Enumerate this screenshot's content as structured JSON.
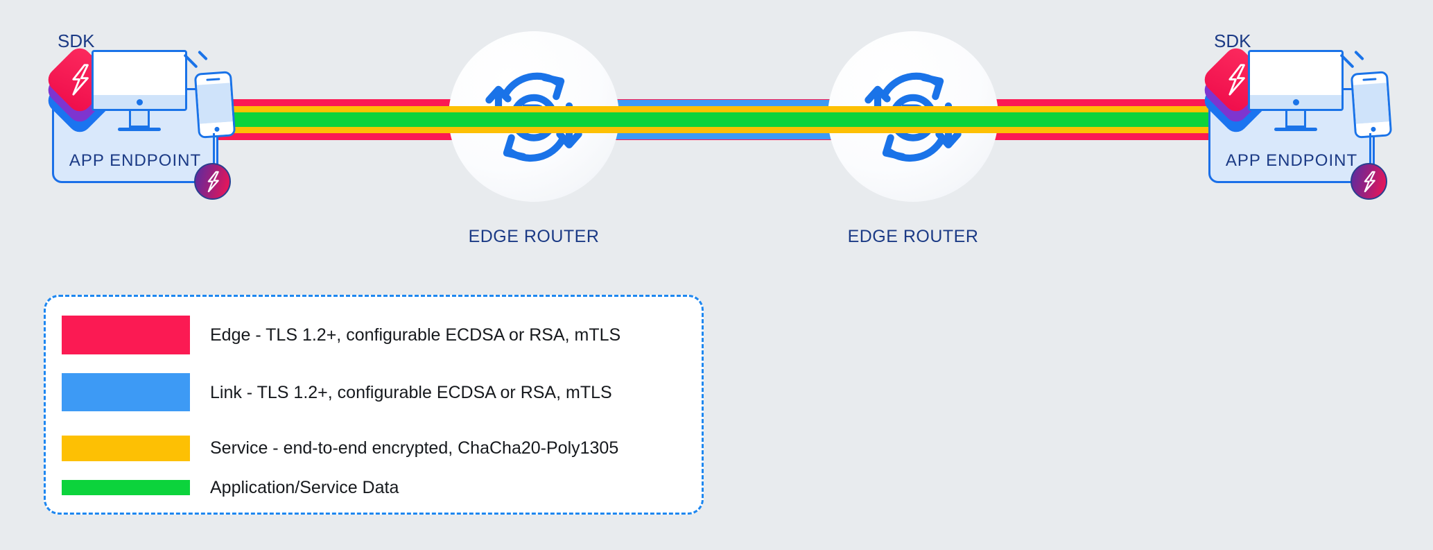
{
  "colors": {
    "background": "#e8ebee",
    "edge_red": "#fb1a53",
    "link_blue": "#3d9af5",
    "service_yellow": "#fdc004",
    "data_green": "#0cd33c",
    "icon_blue": "#1a73e8",
    "navy_text": "#1b3a85"
  },
  "endpoints": [
    {
      "sdk_label": "SDK",
      "label": "APP ENDPOINT"
    },
    {
      "sdk_label": "SDK",
      "label": "APP ENDPOINT"
    }
  ],
  "routers": [
    {
      "label": "EDGE ROUTER"
    },
    {
      "label": "EDGE ROUTER"
    }
  ],
  "legend": {
    "rows": [
      {
        "color": "#fb1a53",
        "label": "Edge - TLS 1.2+, configurable ECDSA or RSA, mTLS"
      },
      {
        "color": "#3d9af5",
        "label": "Link - TLS 1.2+, configurable ECDSA or RSA, mTLS"
      },
      {
        "color": "#fdc004",
        "label": "Service - end-to-end encrypted, ChaCha20-Poly1305"
      },
      {
        "color": "#0cd33c",
        "label": "Application/Service Data"
      }
    ]
  }
}
